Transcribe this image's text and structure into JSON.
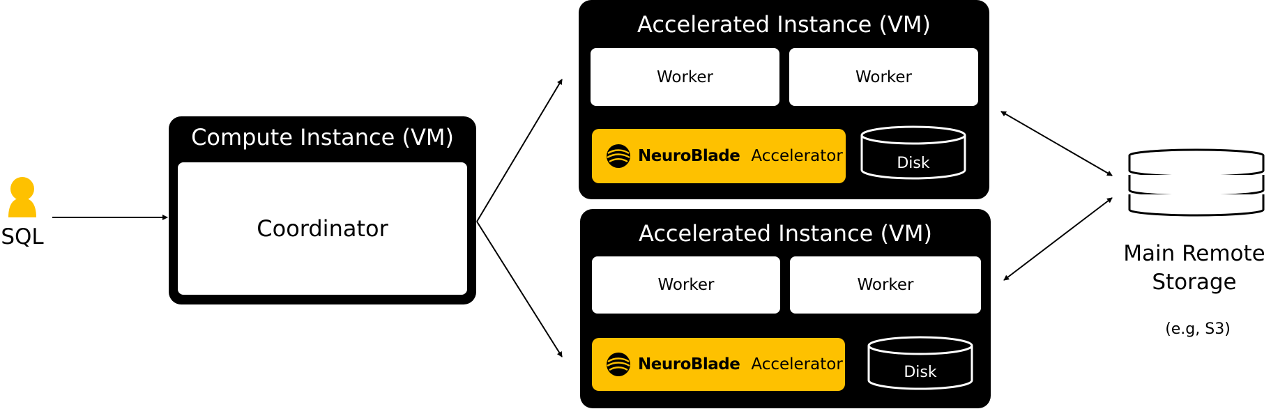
{
  "colors": {
    "brand_yellow": "#fec100",
    "black": "#000000",
    "white": "#ffffff"
  },
  "user": {
    "icon": "user-icon",
    "label": "SQL"
  },
  "compute": {
    "title": "Compute Instance (VM)",
    "coordinator": "Coordinator"
  },
  "accelerated": [
    {
      "title": "Accelerated Instance (VM)",
      "worker_a": "Worker",
      "worker_b": "Worker",
      "brand": "NeuroBlade",
      "accelerator": "Accelerator",
      "disk": "Disk"
    },
    {
      "title": "Accelerated Instance (VM)",
      "worker_a": "Worker",
      "worker_b": "Worker",
      "brand": "NeuroBlade",
      "accelerator": "Accelerator",
      "disk": "Disk"
    }
  ],
  "storage": {
    "icon": "storage-stack-icon",
    "label_line1": "Main Remote",
    "label_line2": "Storage",
    "note": "(e.g, S3)"
  }
}
